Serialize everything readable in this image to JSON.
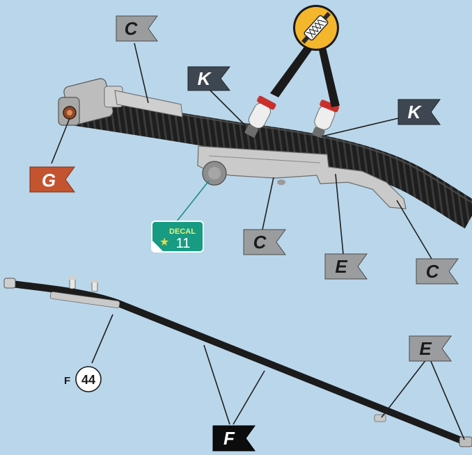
{
  "callouts": {
    "c1": "C",
    "c2": "C",
    "c3": "C",
    "k1": "K",
    "k2": "K",
    "g": "G",
    "e1": "E",
    "e2": "E",
    "f": "F",
    "f_ref_letter": "F",
    "f_ref_number": "44"
  },
  "decal": {
    "label": "DECAL",
    "number": "11"
  },
  "colors": {
    "background": "#bad6ea",
    "flag_gray": "#9a9c9e",
    "flag_dark": "#3e4751",
    "flag_orange": "#c4542f",
    "flag_black": "#0c0c0c",
    "decal_green": "#179b82",
    "hose_black": "#1b1b1b",
    "part_gray": "#c9c9c9",
    "nozzle_red": "#c9302c",
    "badge_yellow": "#f3b62c"
  }
}
